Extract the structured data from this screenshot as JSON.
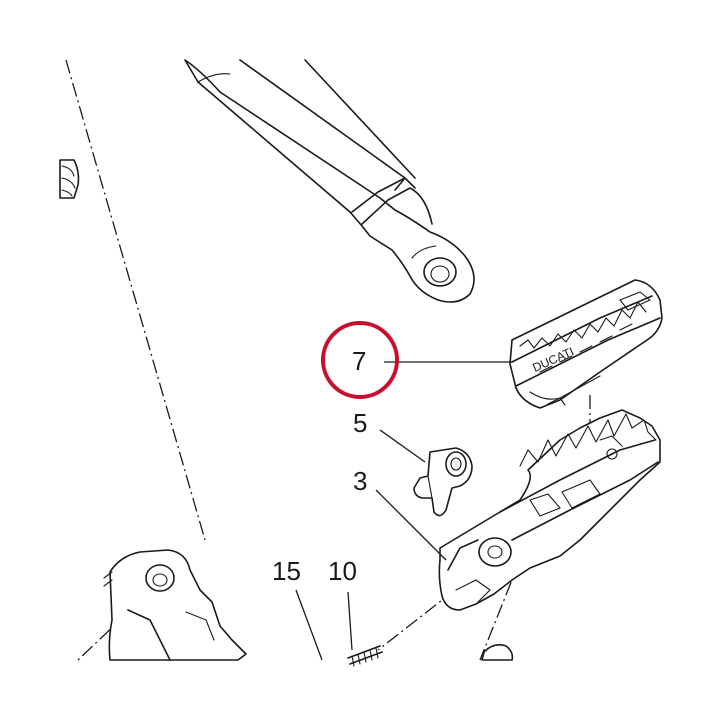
{
  "diagram": {
    "labels": {
      "part_7": "7",
      "part_5": "5",
      "part_3": "3",
      "part_15": "15",
      "part_10": "10"
    },
    "highlight_color": "#c8102e",
    "ink_color": "#1a1a1a",
    "logo_text": "DUCATI"
  }
}
